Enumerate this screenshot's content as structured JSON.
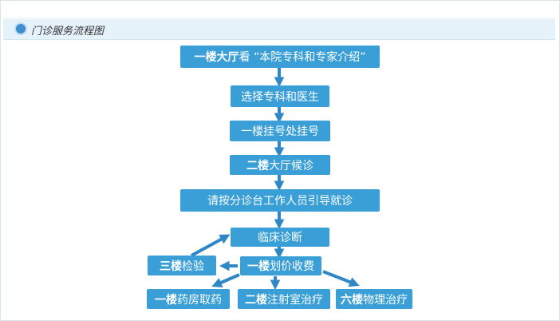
{
  "header": {
    "title": "门诊服务流程图"
  },
  "diagram": {
    "step1": {
      "bold": "一楼大厅",
      "rest": "看 “本院专科和专家介绍”"
    },
    "step2": {
      "text": "选择专科和医生"
    },
    "step3": {
      "text": "一楼挂号处挂号"
    },
    "step4": {
      "bold": "二楼",
      "rest": "大厅候诊"
    },
    "step5": {
      "text": "请按分诊台工作人员引导就诊"
    },
    "step6": {
      "text": "临床诊断"
    },
    "step7": {
      "bold": "一楼",
      "rest": "划价收费"
    },
    "branch_lab": {
      "bold": "三楼",
      "rest": "检验"
    },
    "branch_pharmacy": {
      "bold": "一楼",
      "rest": "药房取药"
    },
    "branch_injection": {
      "bold": "二楼",
      "rest": "注射室治疗"
    },
    "branch_physio": {
      "bold": "六楼",
      "rest": "物理治疗"
    }
  },
  "colors": {
    "box": "#3a9fd6",
    "arrow": "#2f87c6",
    "header_bg": "#e6f2fa"
  }
}
